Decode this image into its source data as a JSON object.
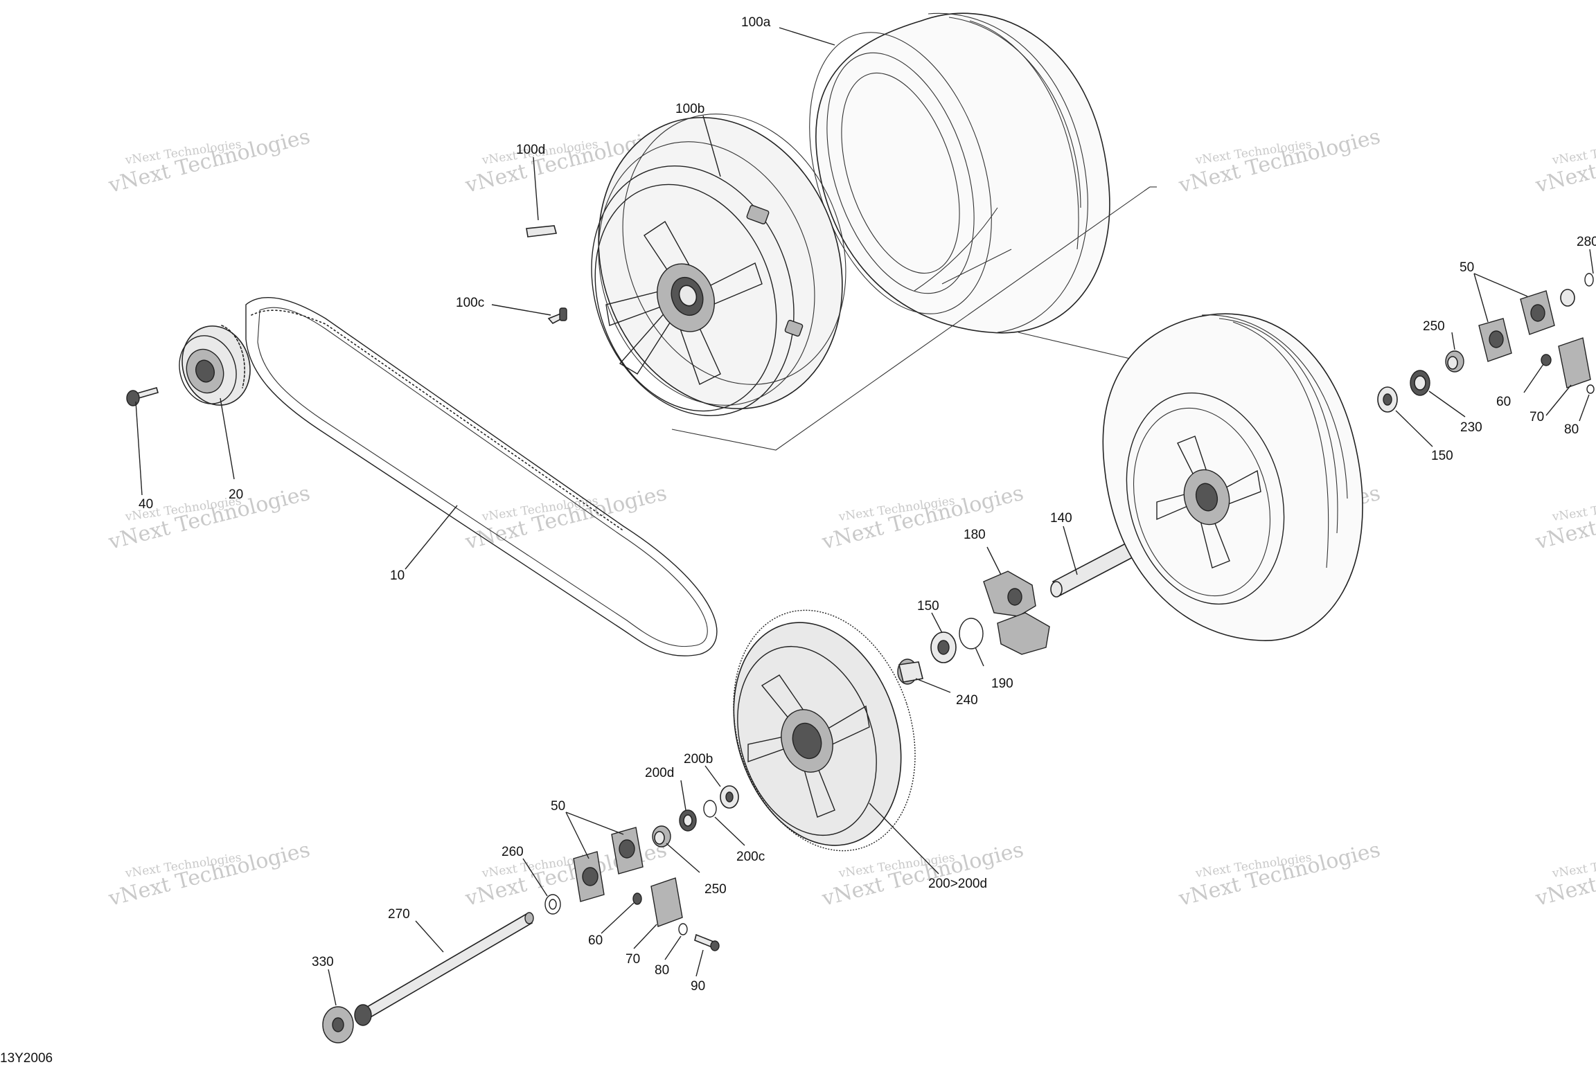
{
  "diagram_code": "13Y2006",
  "watermark": {
    "line1": "vNext Technologies",
    "line2": "vNext Technologies"
  },
  "labels": [
    {
      "id": "label-100a",
      "text": "100a"
    },
    {
      "id": "label-100b",
      "text": "100b"
    },
    {
      "id": "label-100d",
      "text": "100d"
    },
    {
      "id": "label-100c",
      "text": "100c"
    },
    {
      "id": "label-40",
      "text": "40"
    },
    {
      "id": "label-20",
      "text": "20"
    },
    {
      "id": "label-10",
      "text": "10"
    },
    {
      "id": "label-140",
      "text": "140"
    },
    {
      "id": "label-180",
      "text": "180"
    },
    {
      "id": "label-150-center",
      "text": "150"
    },
    {
      "id": "label-190",
      "text": "190"
    },
    {
      "id": "label-240",
      "text": "240"
    },
    {
      "id": "label-200b",
      "text": "200b"
    },
    {
      "id": "label-200d",
      "text": "200d"
    },
    {
      "id": "label-200c",
      "text": "200c"
    },
    {
      "id": "label-250-bottom",
      "text": "250"
    },
    {
      "id": "label-200-200d",
      "text": "200>200d"
    },
    {
      "id": "label-50-bottom",
      "text": "50"
    },
    {
      "id": "label-260",
      "text": "260"
    },
    {
      "id": "label-270",
      "text": "270"
    },
    {
      "id": "label-60-bottom",
      "text": "60"
    },
    {
      "id": "label-70-bottom",
      "text": "70"
    },
    {
      "id": "label-80-bottom",
      "text": "80"
    },
    {
      "id": "label-90",
      "text": "90"
    },
    {
      "id": "label-330",
      "text": "330"
    },
    {
      "id": "label-280",
      "text": "280"
    },
    {
      "id": "label-50-right",
      "text": "50"
    },
    {
      "id": "label-250-right",
      "text": "250"
    },
    {
      "id": "label-230",
      "text": "230"
    },
    {
      "id": "label-150-right",
      "text": "150"
    },
    {
      "id": "label-60-right",
      "text": "60"
    },
    {
      "id": "label-70-right",
      "text": "70"
    },
    {
      "id": "label-80-right",
      "text": "80"
    }
  ]
}
